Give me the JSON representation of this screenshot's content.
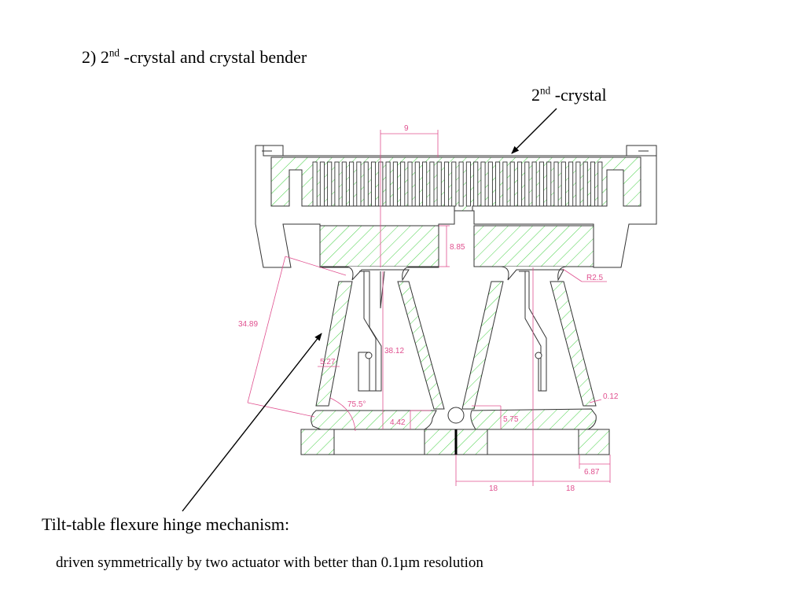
{
  "heading": {
    "prefix": "2) 2",
    "sup": "nd",
    "suffix": " -crystal and crystal bender"
  },
  "crystal_label": {
    "prefix": "2",
    "sup": "nd",
    "suffix": " -crystal"
  },
  "mechanism": {
    "title": "Tilt-table flexure hinge mechanism:",
    "subtitle": "driven symmetrically by two actuator with better than 0.1µm resolution"
  },
  "dimensions": {
    "top_width": "9",
    "block_height": "8.85",
    "fillet_radius": "R2.5",
    "arm_length": "34.89",
    "inner_height": "38.12",
    "arm_width": "5.27",
    "arm_angle": "75.5°",
    "gap_small": "0.12",
    "left_foot_height": "4.42",
    "right_foot_height": "5.75",
    "foot_width": "6.87",
    "half_span_left": "18",
    "half_span_right": "18"
  },
  "colors": {
    "outline": "#333333",
    "hatch": "#33cc33",
    "dimension": "#e0508f",
    "arrow": "#000000"
  }
}
